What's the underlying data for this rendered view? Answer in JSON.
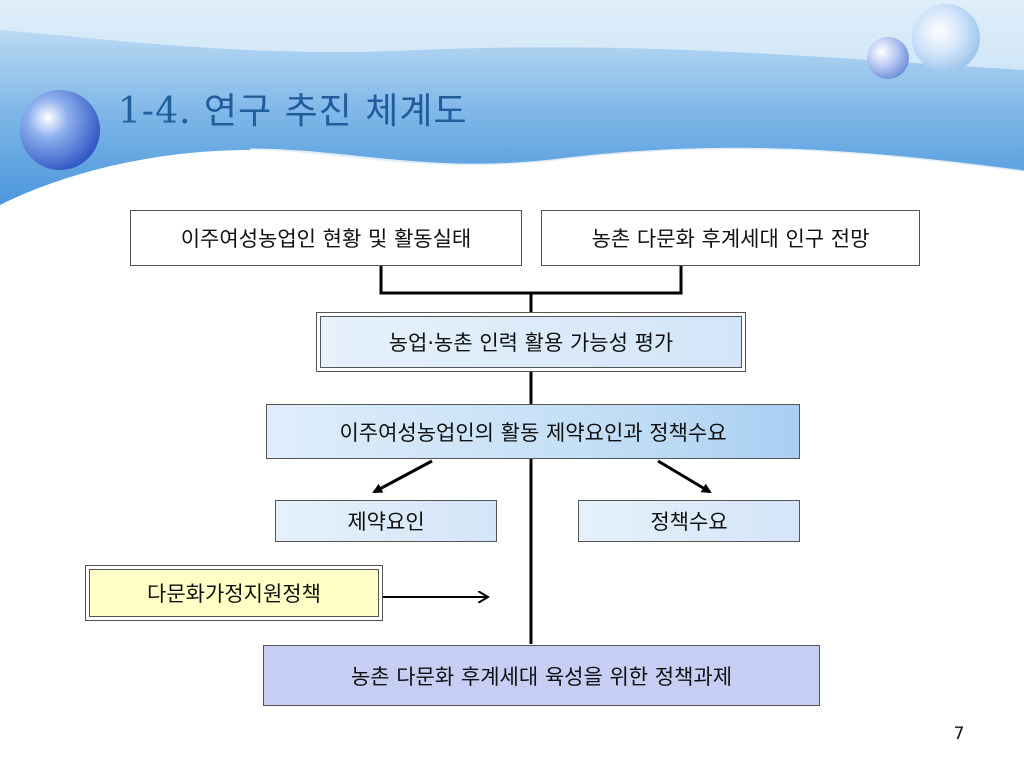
{
  "slide": {
    "title": "1-4. 연구 추진 체계도",
    "page_number": "7"
  },
  "diagram": {
    "top_left": "이주여성농업인 현황 및 활동실태",
    "top_right": "농촌 다문화 후계세대 인구 전망",
    "assessment": "농업·농촌 인력 활용 가능성 평가",
    "constraints_and_needs": "이주여성농업인의 활동 제약요인과 정책수요",
    "constraint_factor": "제약요인",
    "policy_demand": "정책수요",
    "support_policy": "다문화가정지원정책",
    "final_task": "농촌 다문화 후계세대 육성을 위한 정책과제"
  },
  "colors": {
    "banner_blue": "#4a96dc",
    "title_blue": "#1f5d9c",
    "yellow_box": "#ffffc6",
    "lavender_box": "#c7cef3",
    "light_blue_box": "#d3e5f7"
  }
}
